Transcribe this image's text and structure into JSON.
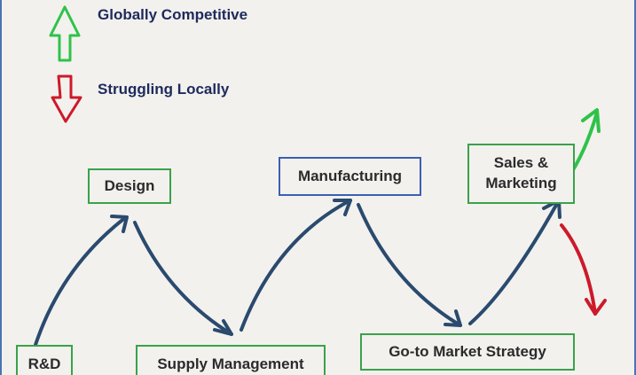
{
  "legend": {
    "up_label": "Globally Competitive",
    "down_label": "Struggling Locally",
    "up_icon": "green-up-arrow",
    "down_icon": "red-down-arrow"
  },
  "stages": {
    "rd": "R&D",
    "design": "Design",
    "supply": "Supply Management",
    "manufacturing": "Manufacturing",
    "gotomarket": "Go-to Market Strategy",
    "sales_line1": "Sales &",
    "sales_line2": "Marketing"
  },
  "colors": {
    "flow_arrow": "#2a4a6e",
    "up_arrow": "#2fc24a",
    "down_arrow": "#cc1a2a",
    "green_box": "#3aa24a",
    "blue_box": "#3a5fb3",
    "legend_text": "#1e2a5c"
  }
}
